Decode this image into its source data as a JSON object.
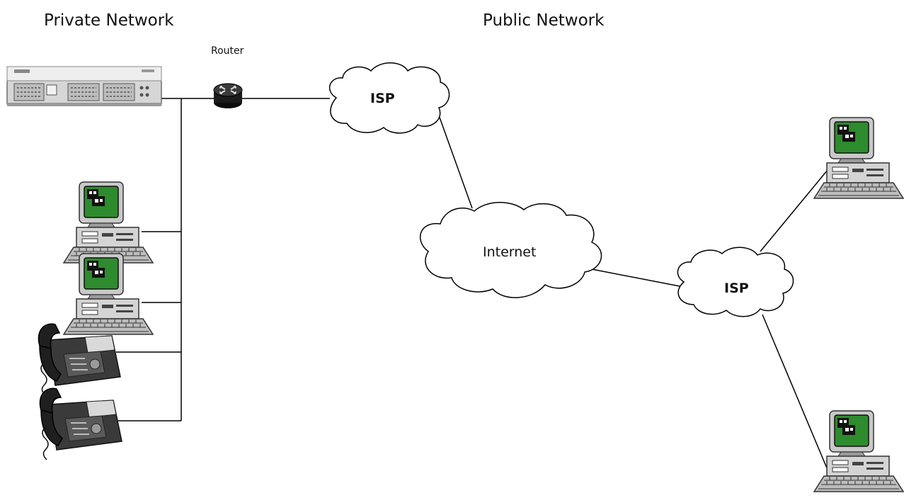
{
  "titles": {
    "private": "Private Network",
    "public": "Public Network"
  },
  "labels": {
    "router": "Router",
    "isp_top": "ISP",
    "internet": "Internet",
    "isp_right": "ISP"
  },
  "colors": {
    "background": "#ffffff",
    "line": "#000000",
    "screen": "#2e8b2e",
    "device_body": "#b8b8b8",
    "router": "#1a1a1a"
  },
  "icons": [
    "pbx-system-icon",
    "router-icon",
    "cloud-icon",
    "computer-icon",
    "ip-phone-icon"
  ]
}
